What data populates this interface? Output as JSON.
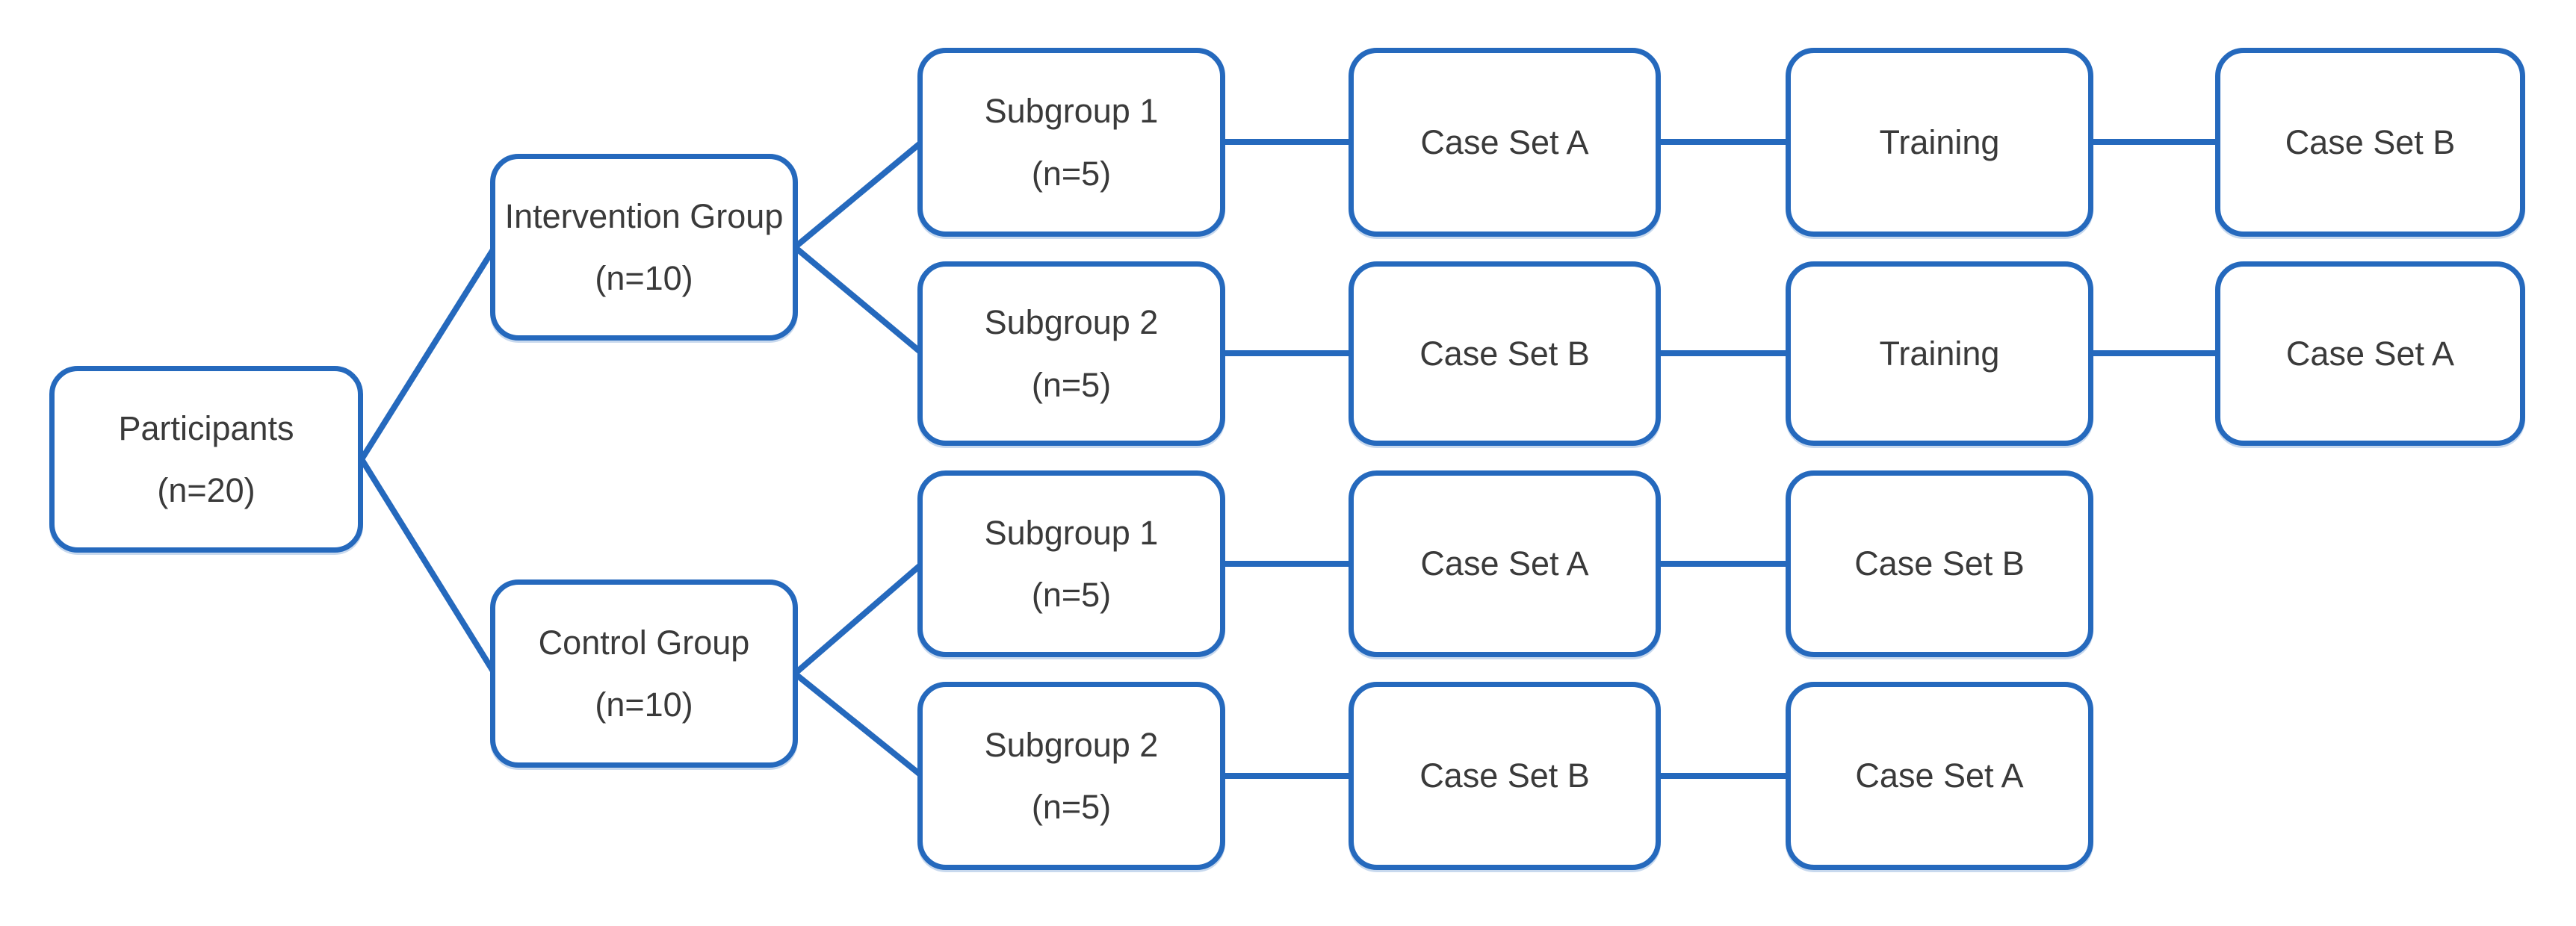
{
  "diagram": {
    "description": "Study participant flow diagram",
    "colors": {
      "accent": "#2569BD",
      "text": "#3A3A3A",
      "background": "#FFFFFF"
    },
    "nodes": {
      "participants": {
        "label": "Participants",
        "sublabel": "(n=20)"
      },
      "intervention_group": {
        "label": "Intervention Group",
        "sublabel": "(n=10)"
      },
      "control_group": {
        "label": "Control Group",
        "sublabel": "(n=10)"
      },
      "intervention_subgroup_1": {
        "label": "Subgroup 1",
        "sublabel": "(n=5)"
      },
      "intervention_subgroup_2": {
        "label": "Subgroup 2",
        "sublabel": "(n=5)"
      },
      "control_subgroup_1": {
        "label": "Subgroup 1",
        "sublabel": "(n=5)"
      },
      "control_subgroup_2": {
        "label": "Subgroup 2",
        "sublabel": "(n=5)"
      },
      "row1_step1": {
        "label": "Case Set A"
      },
      "row1_step2": {
        "label": "Training"
      },
      "row1_step3": {
        "label": "Case Set B"
      },
      "row2_step1": {
        "label": "Case Set B"
      },
      "row2_step2": {
        "label": "Training"
      },
      "row2_step3": {
        "label": "Case Set A"
      },
      "row3_step1": {
        "label": "Case Set A"
      },
      "row3_step2": {
        "label": "Case Set B"
      },
      "row4_step1": {
        "label": "Case Set B"
      },
      "row4_step2": {
        "label": "Case Set A"
      }
    },
    "edges": [
      {
        "from": "participants",
        "to": "intervention_group"
      },
      {
        "from": "participants",
        "to": "control_group"
      },
      {
        "from": "intervention_group",
        "to": "intervention_subgroup_1"
      },
      {
        "from": "intervention_group",
        "to": "intervention_subgroup_2"
      },
      {
        "from": "control_group",
        "to": "control_subgroup_1"
      },
      {
        "from": "control_group",
        "to": "control_subgroup_2"
      },
      {
        "from": "intervention_subgroup_1",
        "to": "row1_step1"
      },
      {
        "from": "row1_step1",
        "to": "row1_step2"
      },
      {
        "from": "row1_step2",
        "to": "row1_step3"
      },
      {
        "from": "intervention_subgroup_2",
        "to": "row2_step1"
      },
      {
        "from": "row2_step1",
        "to": "row2_step2"
      },
      {
        "from": "row2_step2",
        "to": "row2_step3"
      },
      {
        "from": "control_subgroup_1",
        "to": "row3_step1"
      },
      {
        "from": "row3_step1",
        "to": "row3_step2"
      },
      {
        "from": "control_subgroup_2",
        "to": "row4_step1"
      },
      {
        "from": "row4_step1",
        "to": "row4_step2"
      }
    ]
  }
}
